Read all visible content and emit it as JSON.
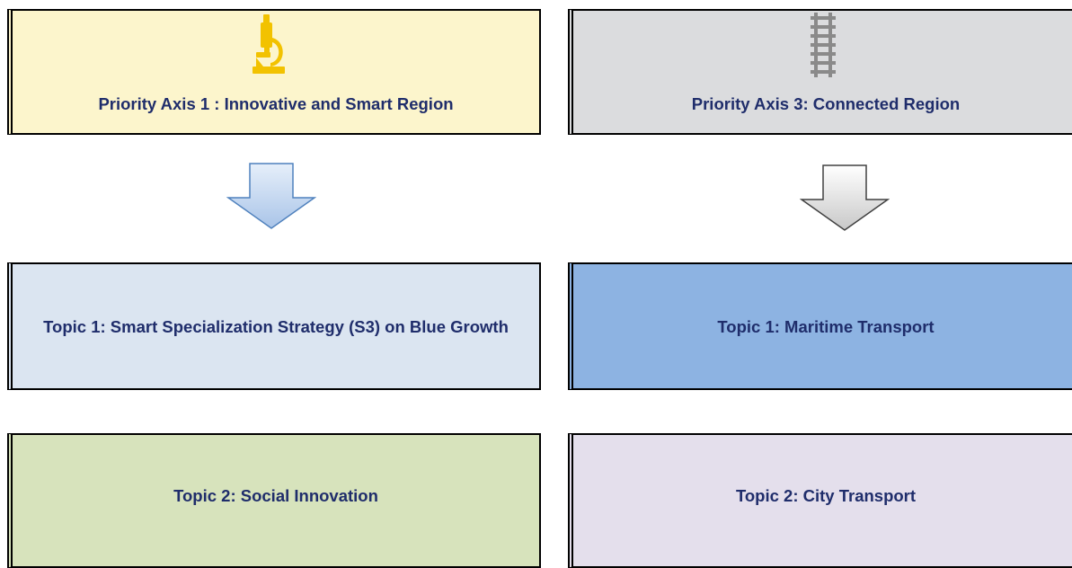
{
  "boxes": {
    "axis1": {
      "label": "Priority Axis 1 : Innovative and Smart Region",
      "color": "#fcf5cc"
    },
    "axis3": {
      "label": "Priority Axis 3: Connected Region",
      "color": "#dbdcde"
    },
    "axis1_topic1": {
      "label": "Topic 1: Smart Specialization Strategy (S3) on Blue Growth",
      "color": "#dbe5f1"
    },
    "axis3_topic1": {
      "label": "Topic 1: Maritime Transport",
      "color": "#8db3e2"
    },
    "axis1_topic2": {
      "label": "Topic 2: Social Innovation",
      "color": "#d7e3bc"
    },
    "axis3_topic2": {
      "label": "Topic 2: City Transport",
      "color": "#e4dfec"
    }
  },
  "icons": {
    "axis1": "microscope-icon",
    "axis3": "railway-track-icon"
  },
  "arrows": {
    "left": {
      "fill": "#c5d9f1",
      "stroke": "#4f81bd"
    },
    "right": {
      "fill": "#e8e8e8",
      "stroke": "#404040"
    }
  }
}
